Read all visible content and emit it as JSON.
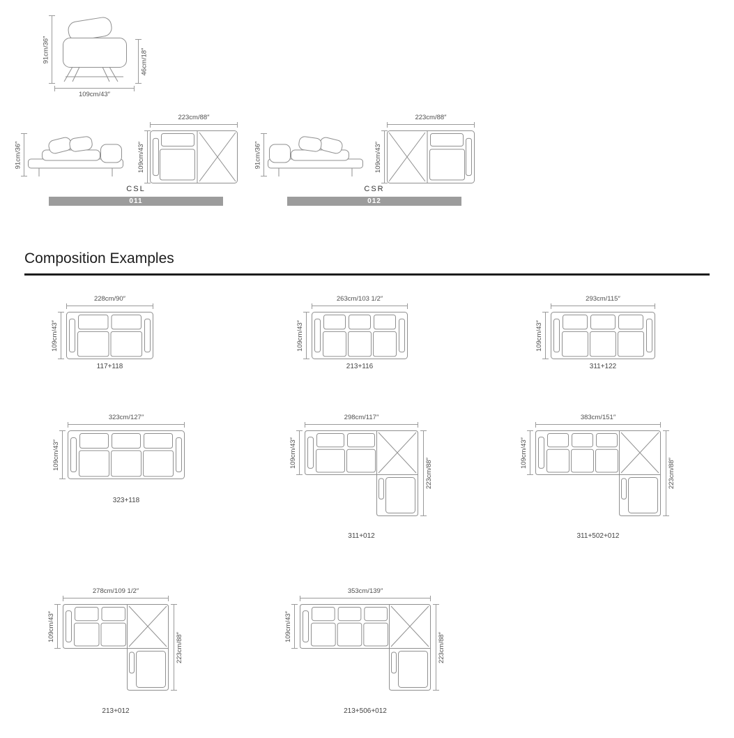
{
  "section": {
    "title": "Composition Examples"
  },
  "units": {
    "armchair": {
      "height": "91cm/36″",
      "seat_height": "46cm/18″",
      "width": "109cm/43″"
    },
    "csl": {
      "name": "CSL",
      "code": "011",
      "height": "91cm/36″",
      "length": "223cm/88″",
      "depth": "109cm/43″"
    },
    "csr": {
      "name": "CSR",
      "code": "012",
      "height": "91cm/36″",
      "length": "223cm/88″",
      "depth": "109cm/43″"
    }
  },
  "compositions": [
    {
      "width": "228cm/90″",
      "depth": "109cm/43″",
      "code": "117+118",
      "type": "straight",
      "seats": 2
    },
    {
      "width": "263cm/103 1/2″",
      "depth": "109cm/43″",
      "code": "213+116",
      "type": "straight",
      "seats": 3
    },
    {
      "width": "293cm/115″",
      "depth": "109cm/43″",
      "code": "311+122",
      "type": "straight",
      "seats": 3
    },
    {
      "width": "323cm/127″",
      "depth": "109cm/43″",
      "code": "323+118",
      "type": "straight",
      "seats": 3
    },
    {
      "width": "298cm/117″",
      "depth": "109cm/43″",
      "length": "223cm/88″",
      "code": "311+012",
      "type": "chaise",
      "seats": 2
    },
    {
      "width": "383cm/151″",
      "depth": "109cm/43″",
      "length": "223cm/88″",
      "code": "311+502+012",
      "type": "chaise",
      "seats": 3
    },
    {
      "width": "278cm/109 1/2″",
      "depth": "109cm/43″",
      "length": "223cm/88″",
      "code": "213+012",
      "type": "chaise",
      "seats": 2
    },
    {
      "width": "353cm/139″",
      "depth": "109cm/43″",
      "length": "223cm/88″",
      "code": "213+506+012",
      "type": "chaise",
      "seats": 3
    }
  ]
}
